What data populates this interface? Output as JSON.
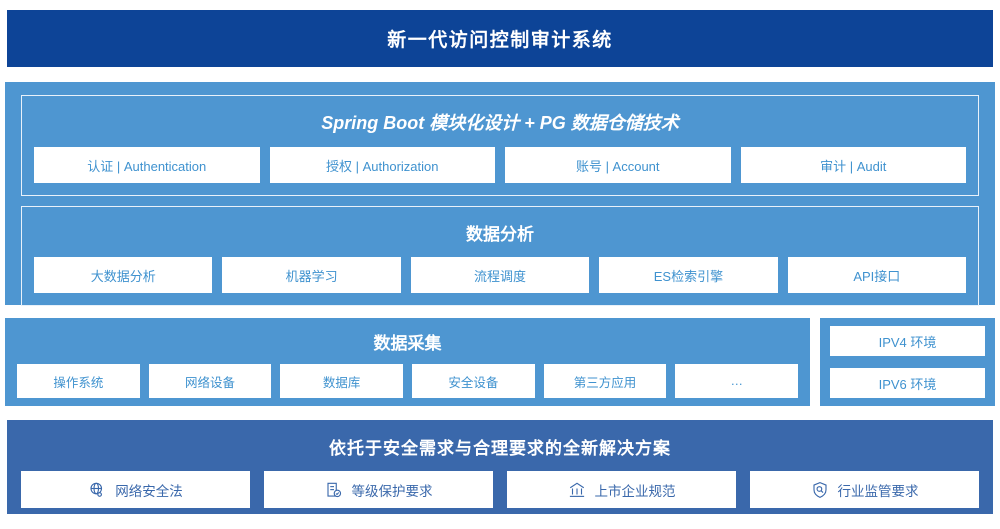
{
  "header": {
    "title": "新一代访问控制审计系统"
  },
  "colors": {
    "header_bg": "#0d4497",
    "panel_light": "#4e96d1",
    "panel_dark": "#3a68ab",
    "card_bg": "#ffffff",
    "card_text_light": "#3f92cf",
    "card_text_dark": "#3a68ab",
    "group_border": "#e8f1fa"
  },
  "groups": [
    {
      "title": "Spring Boot 模块化设计 + PG 数据仓储技术",
      "cards": [
        {
          "label": "认证 | Authentication"
        },
        {
          "label": "授权 | Authorization"
        },
        {
          "label": "账号 | Account"
        },
        {
          "label": "审计 | Audit"
        }
      ]
    },
    {
      "title": "数据分析",
      "cards": [
        {
          "label": "大数据分析"
        },
        {
          "label": "机器学习"
        },
        {
          "label": "流程调度"
        },
        {
          "label": "ES检索引擎"
        },
        {
          "label": "API接口"
        }
      ]
    }
  ],
  "collect": {
    "title": "数据采集",
    "cards": [
      {
        "label": "操作系统"
      },
      {
        "label": "网络设备"
      },
      {
        "label": "数据库"
      },
      {
        "label": "安全设备"
      },
      {
        "label": "第三方应用"
      },
      {
        "label": "…"
      }
    ]
  },
  "environments": {
    "cards": [
      {
        "label": "IPV4 环境"
      },
      {
        "label": "IPV6 环境"
      }
    ]
  },
  "bottom": {
    "title": "依托于安全需求与合理要求的全新解决方案",
    "cards": [
      {
        "label": "网络安全法",
        "icon": "globe-icon"
      },
      {
        "label": "等级保护要求",
        "icon": "document-check-icon"
      },
      {
        "label": "上市企业规范",
        "icon": "bank-icon"
      },
      {
        "label": "行业监管要求",
        "icon": "shield-search-icon"
      }
    ]
  }
}
